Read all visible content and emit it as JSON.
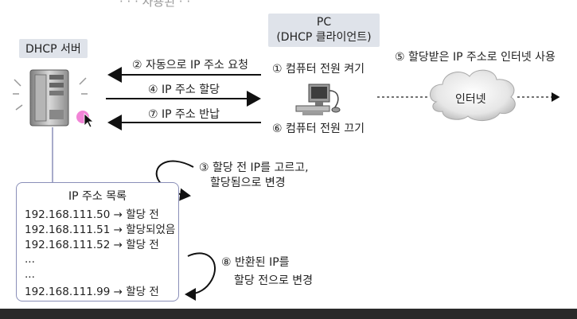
{
  "top_title_fragment": "· · · 사용된 · ·",
  "server": {
    "label": "DHCP 서버"
  },
  "pc": {
    "line1": "PC",
    "line2": "(DHCP 클라이언트)"
  },
  "arrows": {
    "request": "② 자동으로 IP 주소 요청",
    "assign": "④ IP 주소 할당",
    "return": "⑦ IP 주소 반납"
  },
  "pc_steps": {
    "power_on": "① 컴퓨터 전원 켜기",
    "power_off": "⑥ 컴퓨터 전원 끄기"
  },
  "internet": {
    "use_label": "⑤ 할당받은 IP 주소로 인터넷 사용",
    "cloud_label": "인터넷"
  },
  "notes": {
    "select_line1": "③ 할당 전 IP를 고르고,",
    "select_line2": "할당됨으로 변경",
    "returned_line1": "⑧ 반환된 IP를",
    "returned_line2": "할당 전으로 변경"
  },
  "ip_list": {
    "title": "IP 주소 목록",
    "rows": [
      "192.168.111.50 → 할당 전",
      "192.168.111.51 → 할당되었음",
      "192.168.111.52 → 할당 전",
      "...",
      "...",
      "192.168.111.99 → 할당 전"
    ]
  }
}
